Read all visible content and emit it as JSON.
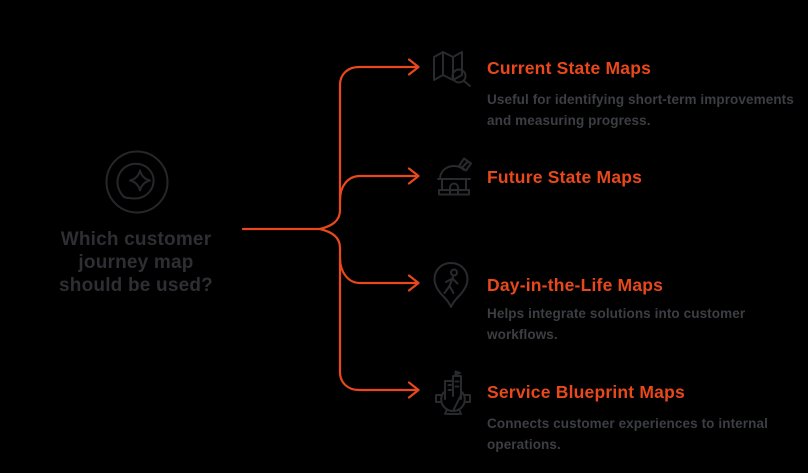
{
  "colors": {
    "background": "#000000",
    "accent": "#E8481C",
    "heading": "#2E2E33",
    "description": "#3C3E43",
    "icon": "#292A2E",
    "iconleft": "#27272B"
  },
  "question": {
    "icon": "pin-sparkle-icon",
    "lines": [
      "Which customer",
      "journey map",
      "should be used?"
    ]
  },
  "branches": [
    {
      "icon": "map-search-icon",
      "title": "Current State Maps",
      "description": "Useful for identifying short-term improvements and measuring progress."
    },
    {
      "icon": "observatory-icon",
      "title": "Future State Maps",
      "description": ""
    },
    {
      "icon": "person-pin-icon",
      "title": "Day-in-the-Life Maps",
      "description": "Helps integrate solutions into customer workflows."
    },
    {
      "icon": "gear-building-icon",
      "title": "Service Blueprint Maps",
      "description": "Connects customer experiences to internal operations."
    }
  ]
}
